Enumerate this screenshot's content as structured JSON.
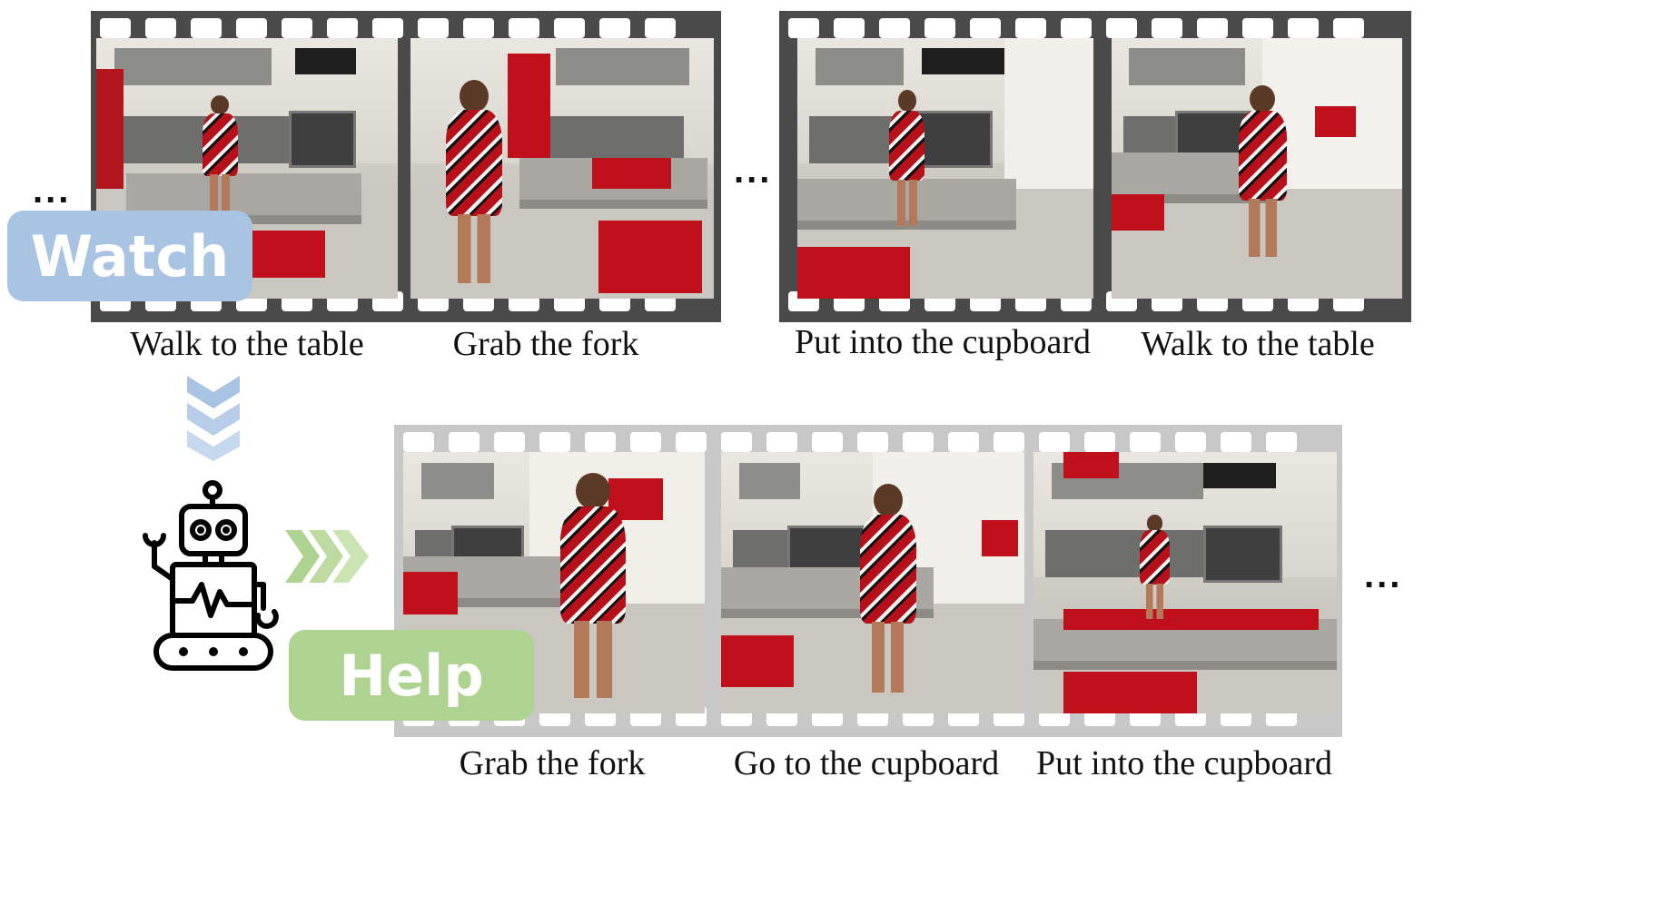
{
  "ellipsis": "...",
  "labels": {
    "watch": "Watch",
    "help": "Help"
  },
  "captions": {
    "observed": [
      "Walk to the table",
      "Grab the fork",
      "Put into the cupboard",
      "Walk to the table"
    ],
    "assist": [
      "Grab the fork",
      "Go to the cupboard",
      "Put into the cupboard"
    ]
  },
  "icons": {
    "down_arrow": "chevron-down-icon",
    "right_arrow": "chevron-right-icon",
    "agent": "robot-icon"
  },
  "colors": {
    "watch_badge": "#a9c4e3",
    "help_badge": "#aed28f",
    "down_chevrons": "#a9c4e3",
    "right_chevrons": "#aed28f",
    "film_dark": "#4a4a4a",
    "film_light": "#c8c8c8",
    "rug_red": "#c0101c"
  }
}
